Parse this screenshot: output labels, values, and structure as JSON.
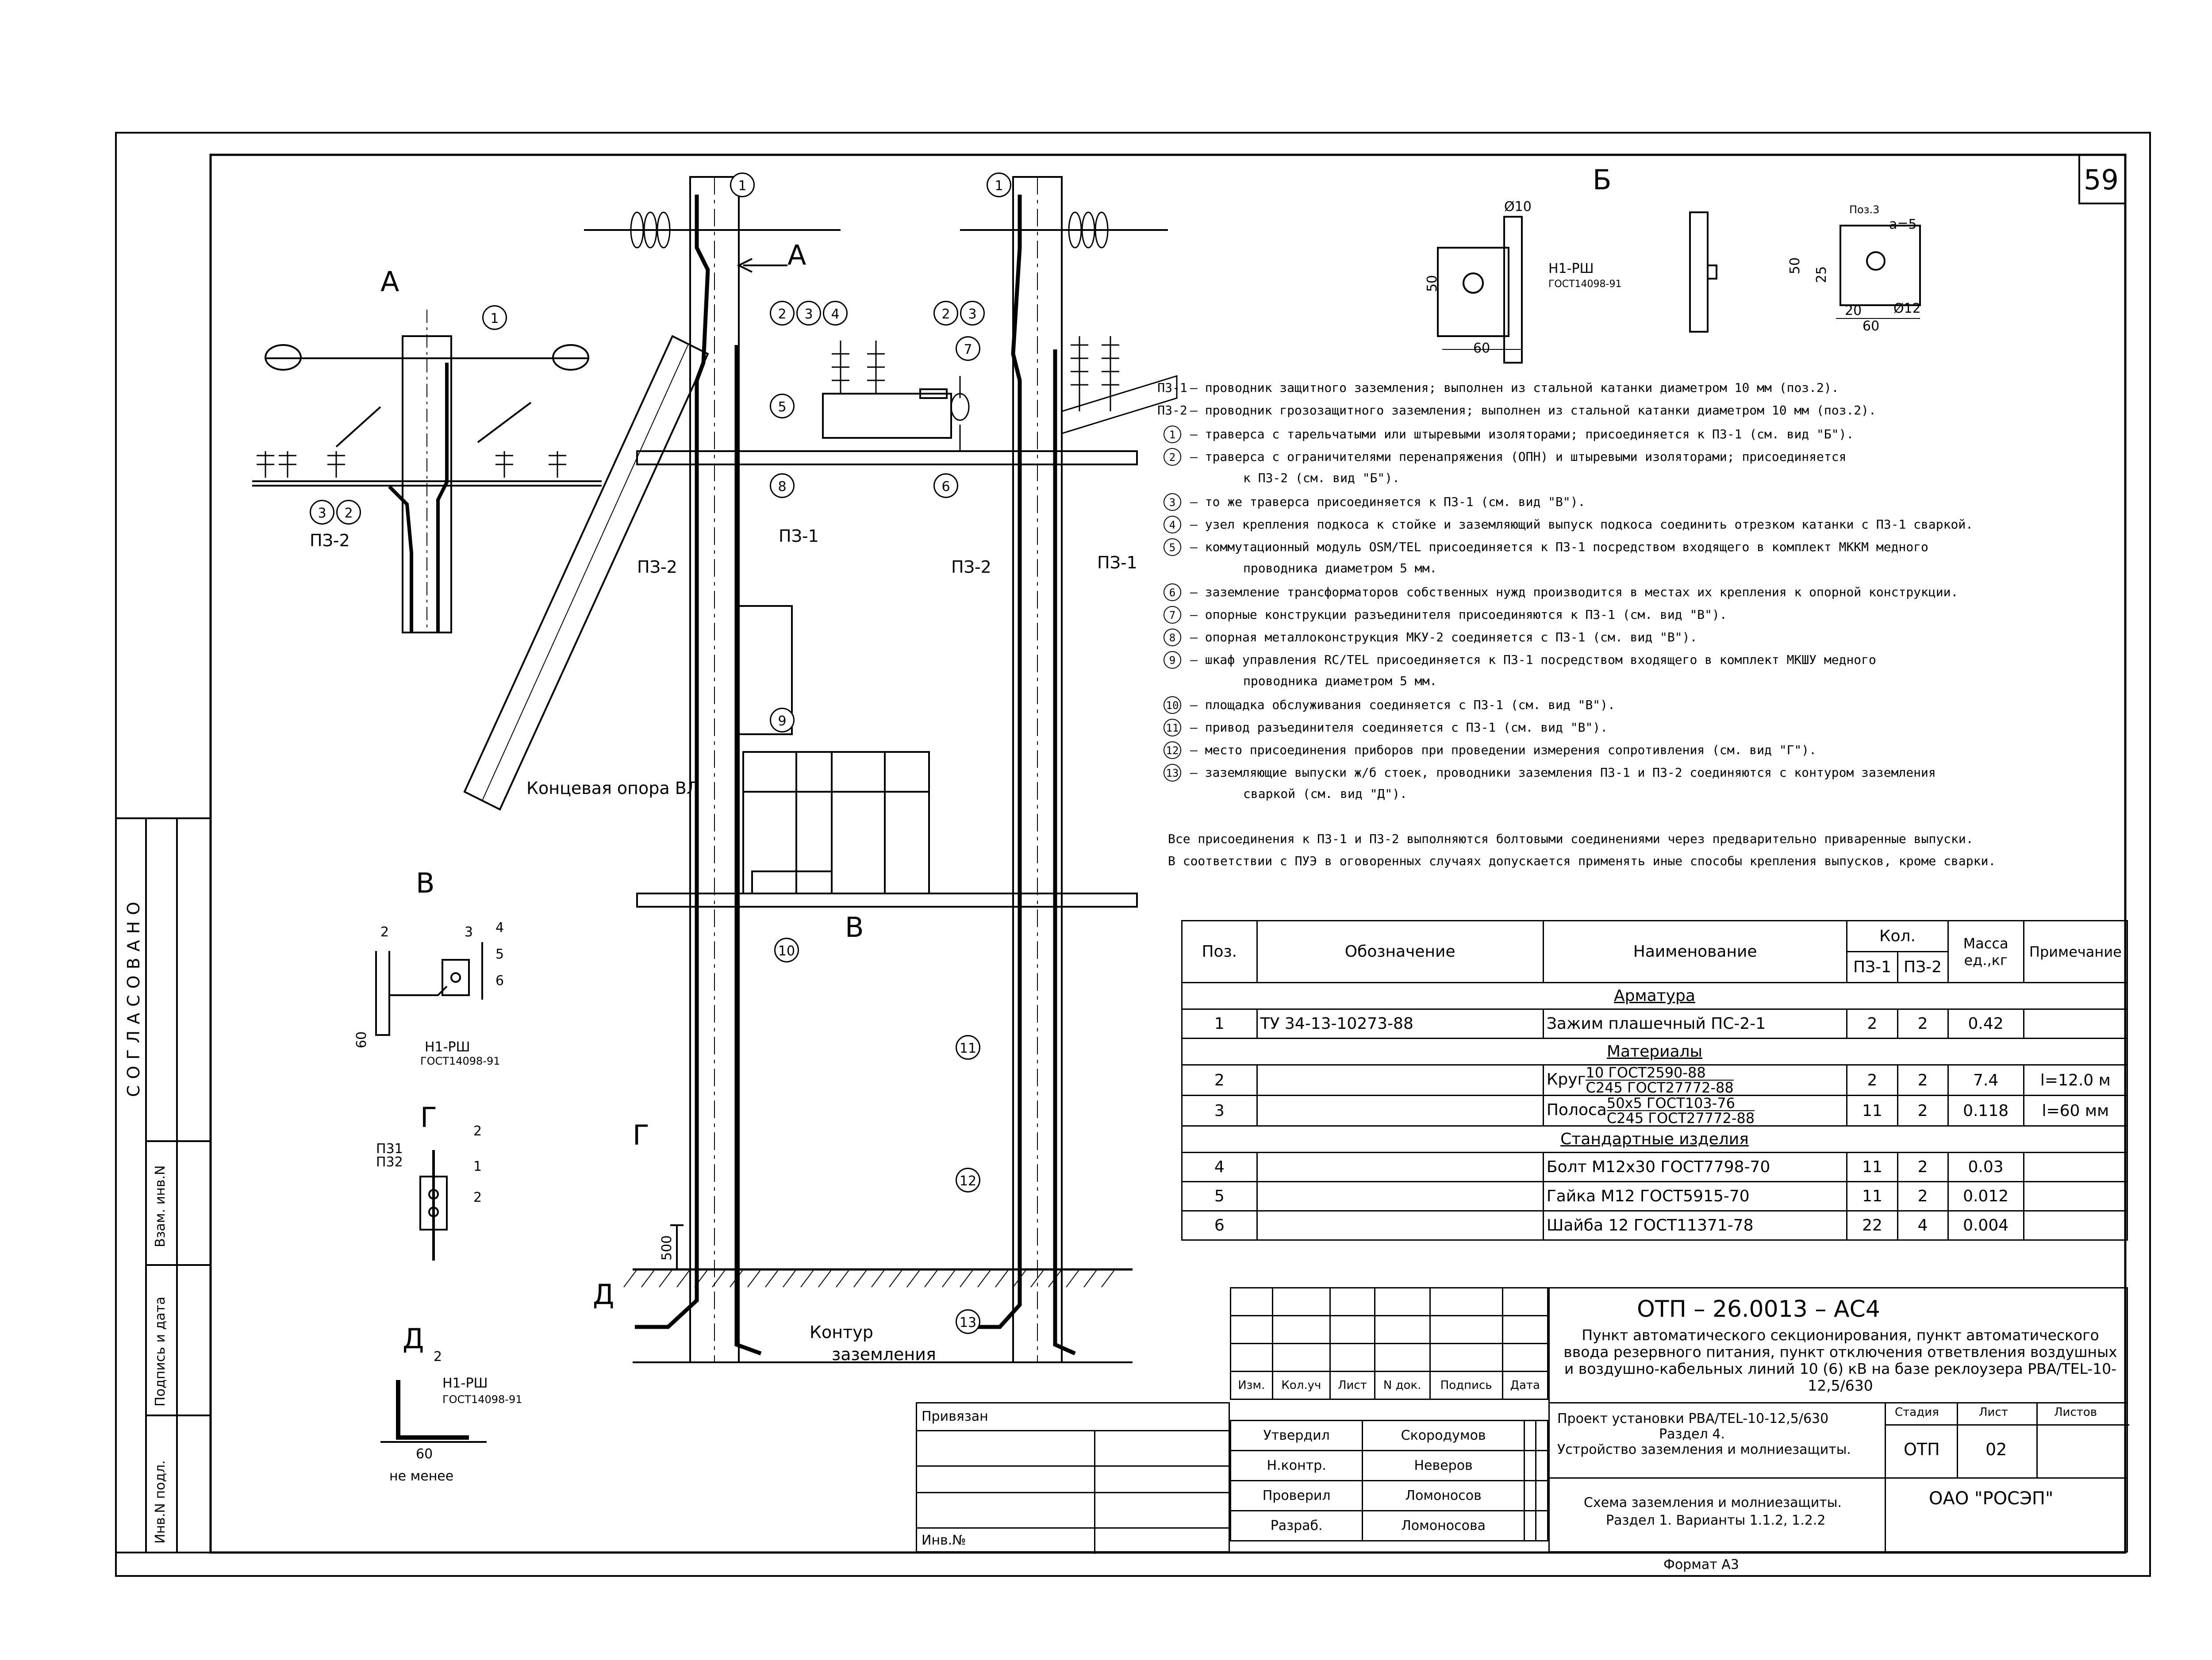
{
  "sheet": {
    "page_number": "59",
    "format_label": "Формат А3"
  },
  "side_strip": {
    "agreed": "СОГЛАСОВАНО",
    "vzam": "Взам. инв.N",
    "podpis": "Подпись и дата",
    "inv": "Инв.N подл."
  },
  "views": {
    "a": "А",
    "b": "Б",
    "v": "В",
    "g": "Г",
    "d": "Д",
    "arrow_a": "А",
    "v_ref": "В",
    "g_ref": "Г",
    "d_ref": "Д"
  },
  "labels": {
    "pz1": "ПЗ-1",
    "pz2": "ПЗ-2",
    "end_pole": "Концевая опора ВЛ",
    "contour": "Контур",
    "contour2": "заземления",
    "dim_500": "500",
    "pz31": "П31",
    "pz32": "П32",
    "nirsh": "Н1-РШ",
    "gost14098": "ГОСТ14098-91",
    "not_less": "не менее",
    "dim_60": "60",
    "dim_50": "50",
    "dim_25": "25",
    "dim_20": "20",
    "d10": "Ø10",
    "d12": "Ø12",
    "a5": "а=5",
    "poz3": "Поз.3"
  },
  "callouts": [
    "1",
    "2",
    "3",
    "4",
    "5",
    "6",
    "7",
    "8",
    "9",
    "10",
    "11",
    "12",
    "13"
  ],
  "notes": [
    {
      "mark": "ПЗ-1",
      "text": "– проводник защитного заземления; выполнен из стальной катанки диаметром 10 мм (поз.2)."
    },
    {
      "mark": "ПЗ-2",
      "text": "– проводник грозозащитного заземления; выполнен из стальной катанки диаметром 10 мм (поз.2)."
    },
    {
      "mark": "1",
      "text": "– траверса с тарельчатыми или штыревыми изоляторами; присоединяется к ПЗ-1 (см. вид \"Б\")."
    },
    {
      "mark": "2",
      "text": "– траверса с ограничителями перенапряжения (ОПН) и штыревыми изоляторами; присоединяется"
    },
    {
      "mark": "",
      "text": "к ПЗ-2 (см. вид \"Б\")."
    },
    {
      "mark": "3",
      "text": "– то же траверса присоединяется к ПЗ-1 (см. вид \"В\")."
    },
    {
      "mark": "4",
      "text": "– узел крепления подкоса к стойке и заземляющий выпуск подкоса соединить отрезком катанки с ПЗ-1 сваркой."
    },
    {
      "mark": "5",
      "text": "– коммутационный модуль OSM/TEL присоединяется к ПЗ-1 посредством входящего в комплект МККМ медного"
    },
    {
      "mark": "",
      "text": "проводника диаметром 5 мм."
    },
    {
      "mark": "6",
      "text": "– заземление трансформаторов собственных нужд производится в местах их крепления к опорной конструкции."
    },
    {
      "mark": "7",
      "text": "– опорные конструкции разъединителя присоединяются к ПЗ-1 (см. вид \"В\")."
    },
    {
      "mark": "8",
      "text": "– опорная металлоконструкция МКУ-2 соединяется с ПЗ-1 (см. вид \"В\")."
    },
    {
      "mark": "9",
      "text": "– шкаф управления RC/TEL присоединяется к ПЗ-1 посредством входящего в комплект МКШУ медного"
    },
    {
      "mark": "",
      "text": "проводника диаметром 5 мм."
    },
    {
      "mark": "10",
      "text": "– площадка обслуживания соединяется с ПЗ-1 (см. вид \"В\")."
    },
    {
      "mark": "11",
      "text": "– привод разъединителя соединяется с ПЗ-1 (см. вид \"В\")."
    },
    {
      "mark": "12",
      "text": "– место присоединения приборов при проведении измерения сопротивления (см. вид \"Г\")."
    },
    {
      "mark": "13",
      "text": "– заземляющие выпуски ж/б стоек, проводники заземления ПЗ-1 и ПЗ-2 соединяются с контуром заземления"
    },
    {
      "mark": "",
      "text": "сваркой (см. вид \"Д\")."
    }
  ],
  "general_notes": [
    "Все присоединения к ПЗ-1 и ПЗ-2 выполняются болтовыми соединениями через предварительно приваренные выпуски.",
    "В соответствии с ПУЭ в оговоренных случаях допускается применять иные способы крепления выпусков, кроме сварки."
  ],
  "spec_table": {
    "headers": {
      "pos": "Поз.",
      "designation": "Обозначение",
      "name": "Наименование",
      "qty": "Кол.",
      "pz1": "ПЗ-1",
      "pz2": "ПЗ-2",
      "mass": "Масса ед.,кг",
      "note": "Примечание"
    },
    "sections": [
      {
        "title": "Арматура",
        "rows": [
          {
            "pos": "1",
            "designation": "ТУ 34-13-10273-88",
            "name": "Зажим плашечный ПС-2-1",
            "q1": "2",
            "q2": "2",
            "mass": "0.42",
            "note": ""
          }
        ]
      },
      {
        "title": "Материалы",
        "rows": [
          {
            "pos": "2",
            "designation": "",
            "name": "Круг",
            "name_top": "10 ГОСТ2590-88",
            "name_bot": "С245 ГОСТ27772-88",
            "q1": "2",
            "q2": "2",
            "mass": "7.4",
            "note": "l=12.0 м"
          },
          {
            "pos": "3",
            "designation": "",
            "name": "Полоса",
            "name_top": "50х5 ГОСТ103-76",
            "name_bot": "С245 ГОСТ27772-88",
            "q1": "11",
            "q2": "2",
            "mass": "0.118",
            "note": "l=60 мм"
          }
        ]
      },
      {
        "title": "Стандартные изделия",
        "rows": [
          {
            "pos": "4",
            "designation": "",
            "name": "Болт М12х30 ГОСТ7798-70",
            "q1": "11",
            "q2": "2",
            "mass": "0.03",
            "note": ""
          },
          {
            "pos": "5",
            "designation": "",
            "name": "Гайка М12 ГОСТ5915-70",
            "q1": "11",
            "q2": "2",
            "mass": "0.012",
            "note": ""
          },
          {
            "pos": "6",
            "designation": "",
            "name": "Шайба 12 ГОСТ11371-78",
            "q1": "22",
            "q2": "4",
            "mass": "0.004",
            "note": ""
          }
        ]
      }
    ]
  },
  "title_block": {
    "code": "ОТП – 26.0013 – АС4",
    "title": "Пункт автоматического секционирования, пункт автоматического ввода резервного питания, пункт отключения ответвления воздушных и воздушно-кабельных линий 10 (6) кВ на базе реклоузера РВА/TEL-10-12,5/630",
    "cols": [
      "Изм.",
      "Кол.уч",
      "Лист",
      "N док.",
      "Подпись",
      "Дата"
    ],
    "project": "Проект установки РВА/TEL-10-12,5/630",
    "section": "Раздел 4.",
    "section_name": "Устройство заземления и молниезащиты.",
    "stage_h": "Стадия",
    "sheet_h": "Лист",
    "sheets_h": "Листов",
    "stage": "ОТП",
    "sheet_no": "02",
    "sheets": "",
    "drawing": "Схема заземления и молниезащиты.",
    "drawing2": "Раздел 1. Варианты 1.1.2, 1.2.2",
    "org": "ОАО \"РОСЭП\"",
    "signers": [
      {
        "role": "Утвердил",
        "name": "Скородумов"
      },
      {
        "role": "Н.контр.",
        "name": "Неверов"
      },
      {
        "role": "Проверил",
        "name": "Ломоносов"
      },
      {
        "role": "Разраб.",
        "name": "Ломоносова"
      }
    ],
    "privyazan": "Привязан",
    "inv_no": "Инв.№"
  }
}
